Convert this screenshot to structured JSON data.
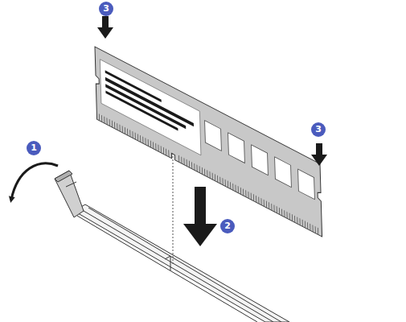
{
  "diagram": {
    "labels": [
      "3",
      "3",
      "1",
      "2"
    ]
  }
}
